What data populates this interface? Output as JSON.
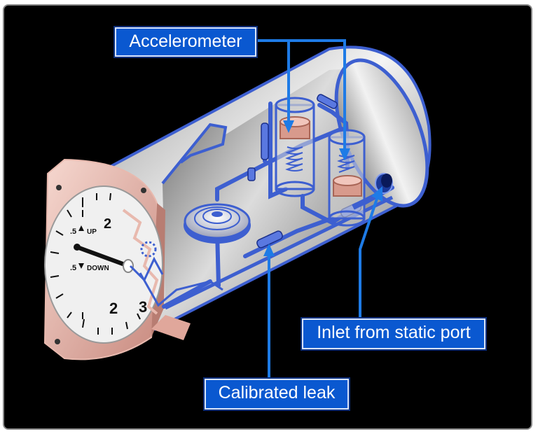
{
  "callouts": {
    "accelerometer": "Accelerometer",
    "inlet": "Inlet from static port",
    "calibrated_leak": "Calibrated leak"
  },
  "dial": {
    "up_label": "UP",
    "down_label": "DOWN",
    "tick_up": ".5",
    "tick_down": ".5",
    "num_top": "2",
    "num_bottom": "2",
    "num_right": "3"
  },
  "colors": {
    "label_fill": "#0a58d0",
    "label_border": "#d8e4ff",
    "tube_blue": "#3d5fd0",
    "leader_line": "#1e7be6",
    "bezel_pink": "#e8b9ae",
    "background": "#000000"
  }
}
